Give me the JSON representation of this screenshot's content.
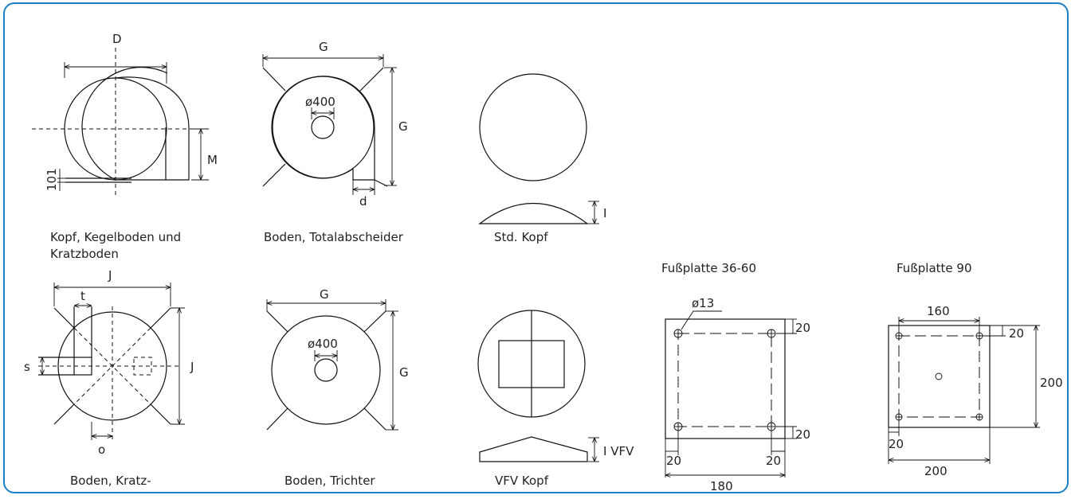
{
  "colors": {
    "frame": "#1a7fc4",
    "line": "#111111",
    "text": "#222222"
  },
  "views": {
    "kopf_kegel": {
      "caption_1": "Kopf, Kegelboden und",
      "caption_2": "Kratzboden",
      "dim_D": "D",
      "dim_M": "M",
      "dim_101": "101"
    },
    "boden_total": {
      "caption": "Boden, Totalabscheider",
      "dim_G_top": "G",
      "dim_G_side": "G",
      "dim_d": "d",
      "dim_dia": "ø400"
    },
    "std_kopf": {
      "caption": "Std. Kopf",
      "dim_I": "I"
    },
    "boden_kratz": {
      "caption": "Boden, Kratz-",
      "dim_J_top": "J",
      "dim_J_side": "J",
      "dim_t": "t",
      "dim_s": "s",
      "dim_o": "o"
    },
    "boden_trichter": {
      "caption": "Boden, Trichter",
      "dim_G_top": "G",
      "dim_G_side": "G",
      "dim_dia": "ø400"
    },
    "vfv_kopf": {
      "caption": "VFV Kopf",
      "dim_I": "I VFV"
    },
    "fussplatte_36_60": {
      "caption": "Fußplatte 36-60",
      "dim_hole": "ø13",
      "dim_top": "20",
      "dim_bottom": "20",
      "dim_left": "20",
      "dim_right": "20",
      "dim_width": "180"
    },
    "fussplatte_90": {
      "caption": "Fußplatte 90",
      "dim_160": "160",
      "dim_20_top": "20",
      "dim_200_side": "200",
      "dim_20_left": "20",
      "dim_200_bottom": "200"
    }
  }
}
